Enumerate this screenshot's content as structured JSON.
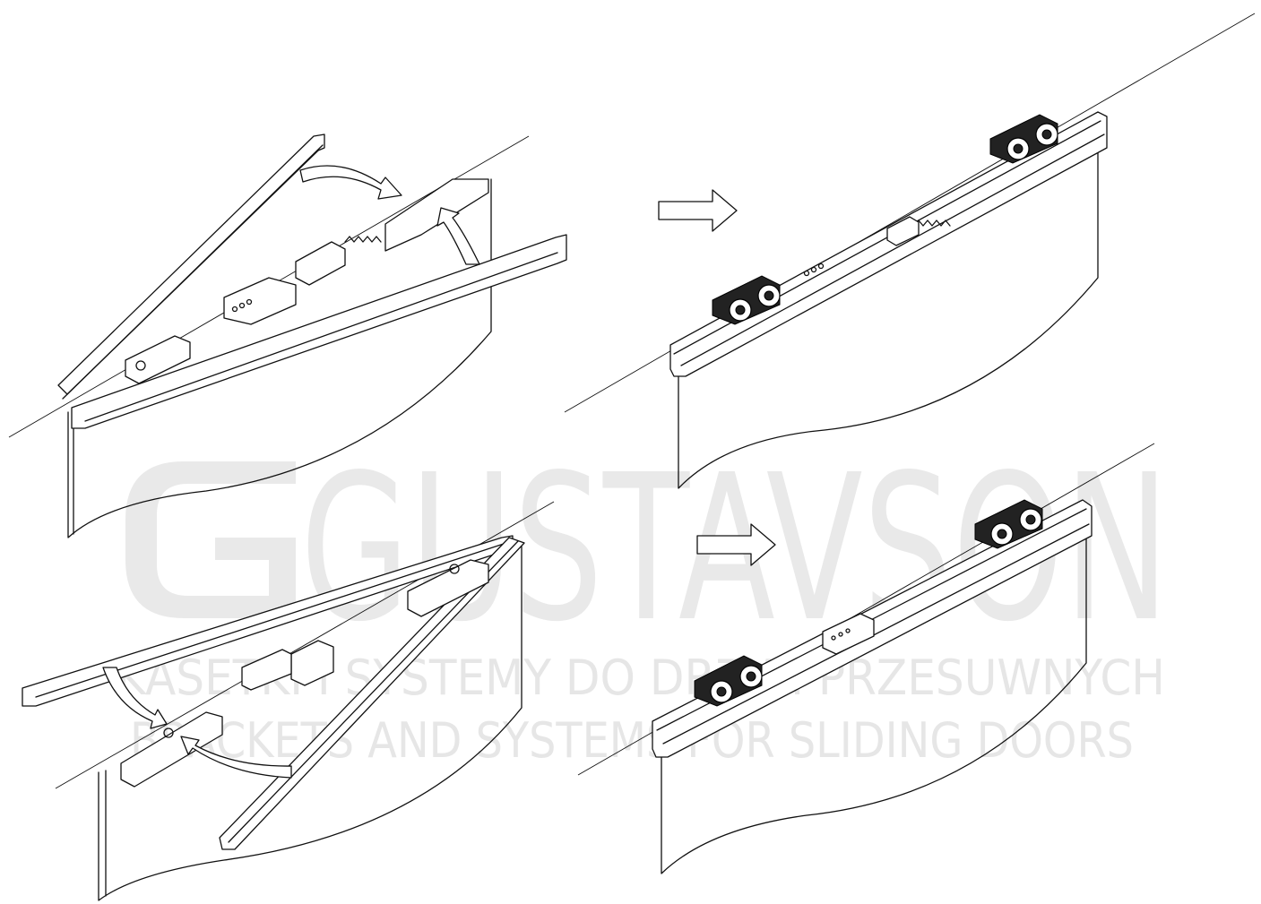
{
  "watermark": {
    "brand": "GUSTAVSON",
    "line1": "KASETKI I SYSTEMY DO DRZWI PRZESUWNYCH",
    "line2": "BRACKETS AND SYSTEMS FOR SLIDING DOORS",
    "color": "#e6e6e6"
  },
  "arrows": [
    {
      "name": "step-arrow-top",
      "direction": "right"
    },
    {
      "name": "step-arrow-bottom",
      "direction": "right"
    }
  ],
  "panels": [
    {
      "name": "top-left",
      "state": "open"
    },
    {
      "name": "top-right",
      "state": "assembled"
    },
    {
      "name": "bottom-left",
      "state": "open"
    },
    {
      "name": "bottom-right",
      "state": "assembled"
    }
  ]
}
